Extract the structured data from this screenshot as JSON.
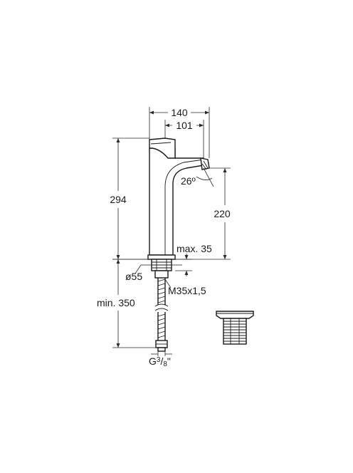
{
  "dimensions": {
    "total_width": "140",
    "handle_width": "101",
    "height": "294",
    "spout_angle": "26º",
    "spout_height": "220",
    "max_thickness": "max. 35",
    "base_diameter": "ø55",
    "thread": "M35x1,5",
    "hose_length": "min. 350",
    "connection_prefix": "G",
    "connection_num": "3",
    "connection_den": "8",
    "connection_suffix": "\""
  }
}
